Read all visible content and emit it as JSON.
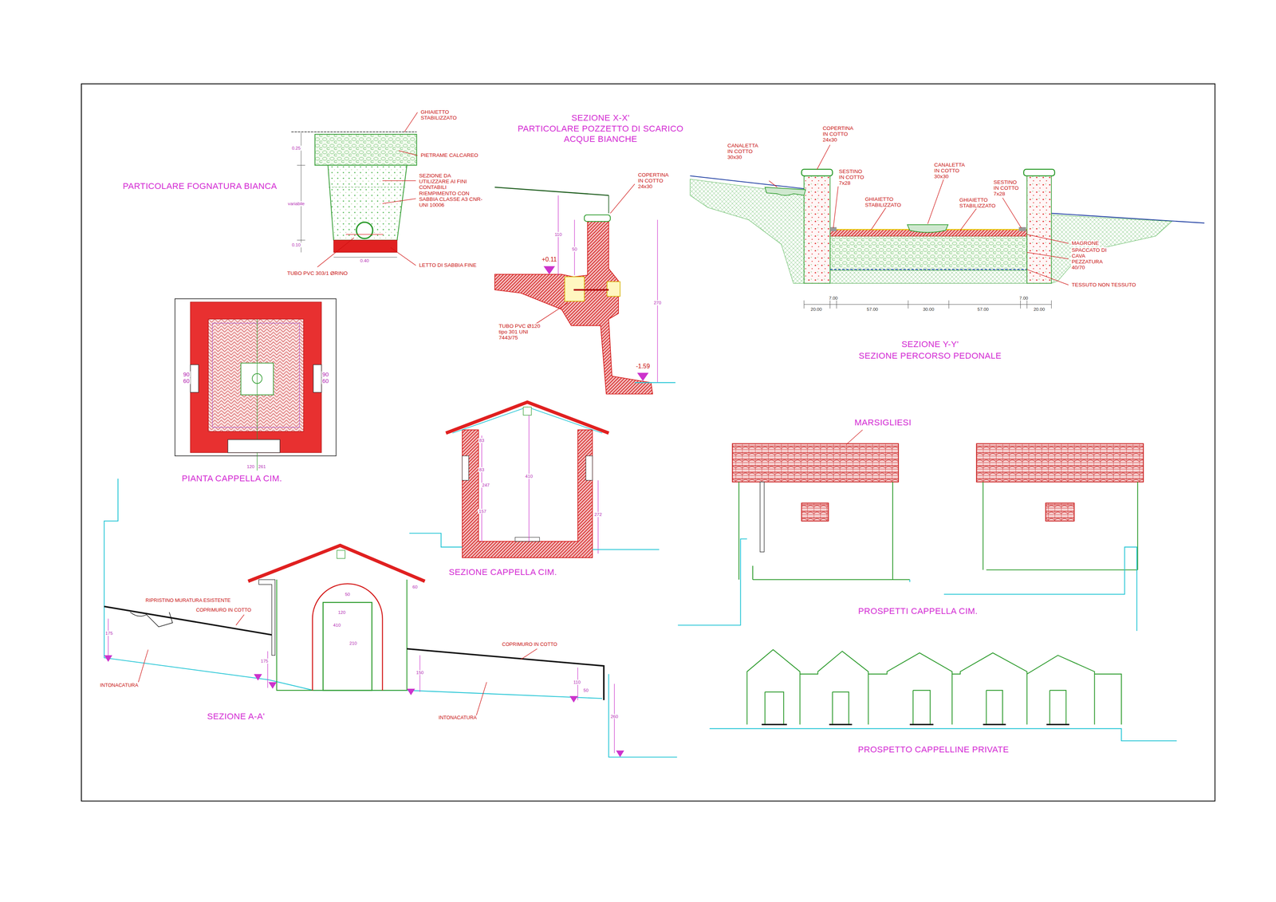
{
  "diagram": {
    "labels": [
      "GHIAIETTO STABILIZZATO",
      "PIETRAME CALCAREO",
      "SEZIONE DA UTILIZZARE AI FINI CONTABILI",
      "RIEMPIMENTO CON SABBIA CLASSE A3 CNR-UNI 10006",
      "LETTO DI SABBIA FINE",
      "TUBO PVC 303/1 ØRINO",
      "0.40",
      "0.25",
      "variabile",
      "0.10",
      "PARTICOLARE FOGNATURA BIANCA",
      "SEZIONE X-X'",
      "PARTICOLARE POZZETTO DI SCARICO",
      "ACQUE BIANCHE",
      "COPERTINA IN COTTO 24x30",
      "+0.11",
      "-1.59",
      "TUBO PVC Ø120 tipo 301 UNI 7443/75",
      "110",
      "50",
      "270",
      "CANALETTA IN COTTO 30x30",
      "COPERTINA IN COTTO 24x30",
      "SESTINO IN COTTO 7x28",
      "GHIAIETTO STABILIZZATO",
      "CANALETTA IN COTTO 30x30",
      "GHIAIETTO STABILIZZATO",
      "SESTINO IN COTTO 7x28",
      "MAGRONE",
      "SPACCATO DI CAVA PEZZATURA 40/70",
      "TESSUTO NON TESSUTO",
      "20.00",
      "7.00",
      "57.00",
      "30.00",
      "57.00",
      "7.00",
      "20.00",
      "SEZIONE Y-Y'",
      "SEZIONE PERCORSO PEDONALE",
      "90",
      "60",
      "90",
      "60",
      "120",
      "261",
      "PIANTA CAPPELLA CIM.",
      "83",
      "83",
      "247",
      "157",
      "410",
      "272",
      "SEZIONE CAPPELLA CIM.",
      "RIPRISTINO MURATURA ESISTENTE",
      "COPRIMURO IN COTTO",
      "175",
      "INTONACATURA",
      "175",
      "50",
      "120",
      "410",
      "210",
      "60",
      "SEZIONE A-A'",
      "COPRIMURO IN COTTO",
      "150",
      "INTONACATURA",
      "110",
      "50",
      "260",
      "MARSIGLIESI",
      "PROSPETTI CAPPELLA CIM.",
      "PROSPETTO CAPPELLINE PRIVATE"
    ]
  }
}
